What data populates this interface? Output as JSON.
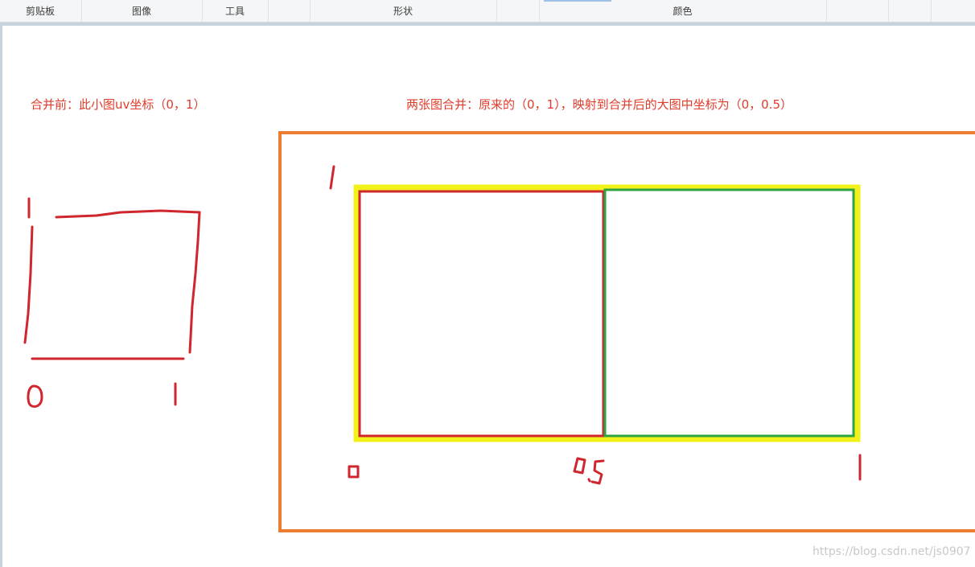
{
  "ribbon": {
    "groups": {
      "clipboard": "剪贴板",
      "image": "图像",
      "tools": "工具",
      "shapes": "形状",
      "colors": "颜色"
    }
  },
  "canvas": {
    "caption_before": "合并前：此小图uv坐标（0，1）",
    "caption_after": "两张图合并：原来的（0，1），映射到合并后的大图中坐标为（0，0.5）",
    "watermark": "https://blog.csdn.net/js0907"
  },
  "colors": {
    "red": "#d0262d",
    "orange": "#ed7d31",
    "yellow": "#f2f21a",
    "green": "#2ea343",
    "caption": "#e03c2b",
    "ribbon_accent": "#9fc1e6"
  }
}
